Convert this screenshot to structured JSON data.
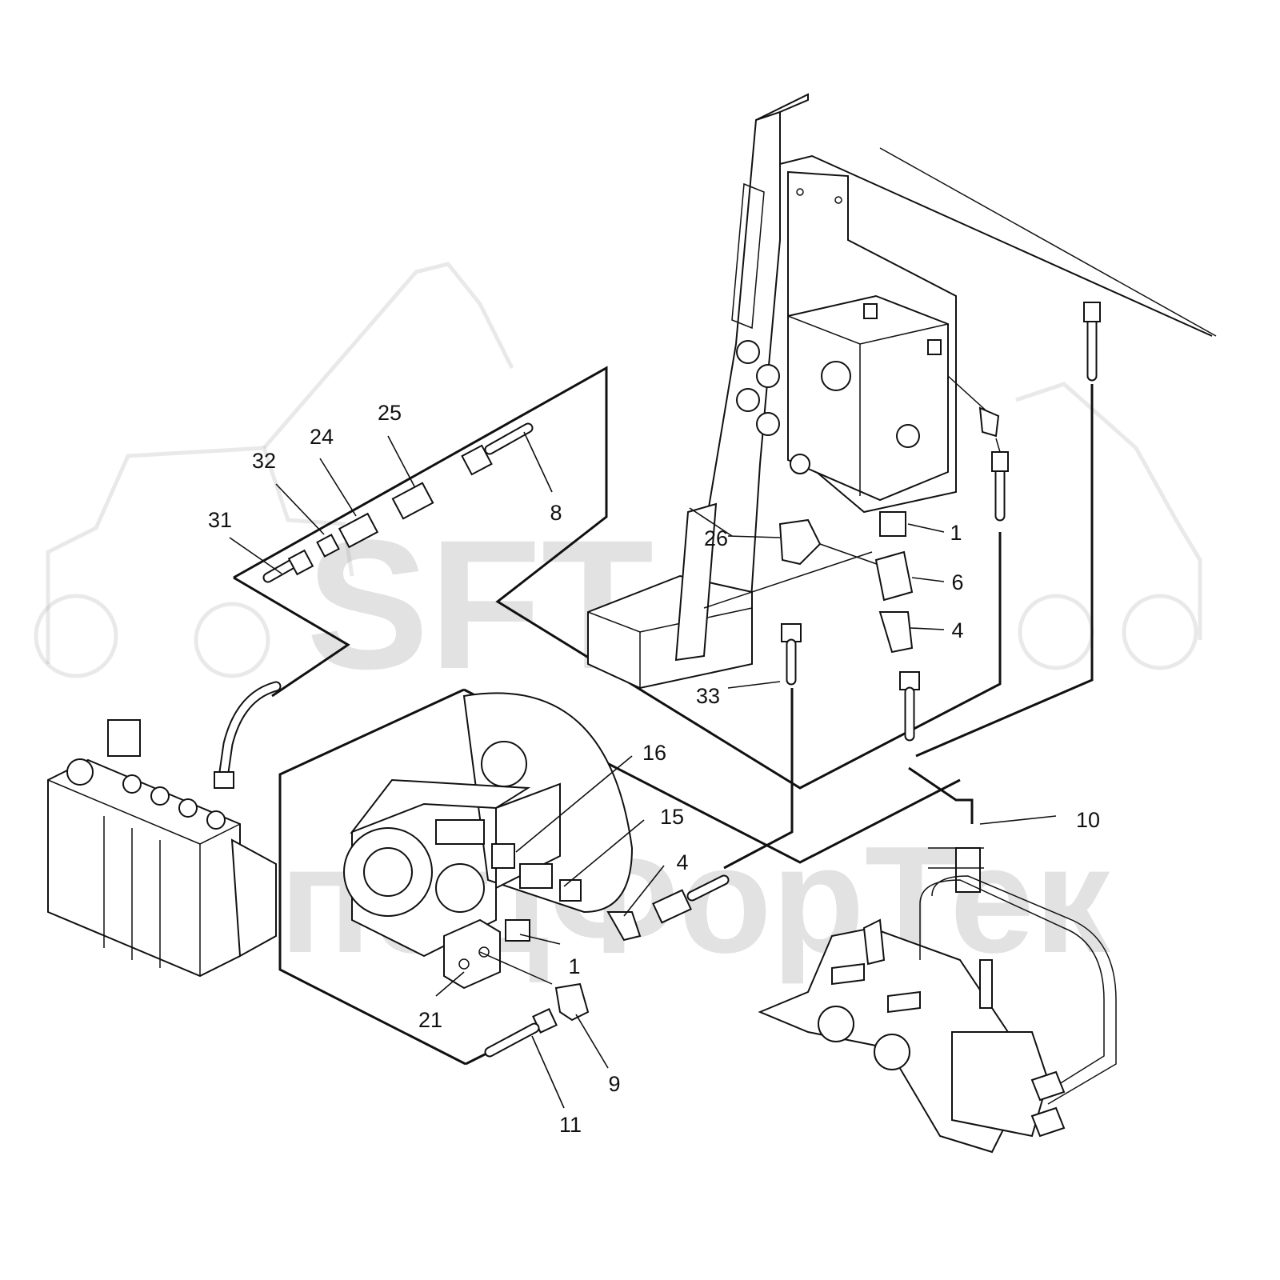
{
  "watermark": {
    "brand": "SFT",
    "company": "СпецФорТек"
  },
  "callouts": [
    {
      "id": "c31",
      "label": "31"
    },
    {
      "id": "c32",
      "label": "32"
    },
    {
      "id": "c24",
      "label": "24"
    },
    {
      "id": "c25",
      "label": "25"
    },
    {
      "id": "c8",
      "label": "8"
    },
    {
      "id": "c26",
      "label": "26"
    },
    {
      "id": "c1a",
      "label": "1"
    },
    {
      "id": "c6",
      "label": "6"
    },
    {
      "id": "c4a",
      "label": "4"
    },
    {
      "id": "c33",
      "label": "33"
    },
    {
      "id": "c16",
      "label": "16"
    },
    {
      "id": "c15",
      "label": "15"
    },
    {
      "id": "c4b",
      "label": "4"
    },
    {
      "id": "c10",
      "label": "10"
    },
    {
      "id": "c1b",
      "label": "1"
    },
    {
      "id": "c21",
      "label": "21"
    },
    {
      "id": "c9",
      "label": "9"
    },
    {
      "id": "c11",
      "label": "11"
    }
  ]
}
